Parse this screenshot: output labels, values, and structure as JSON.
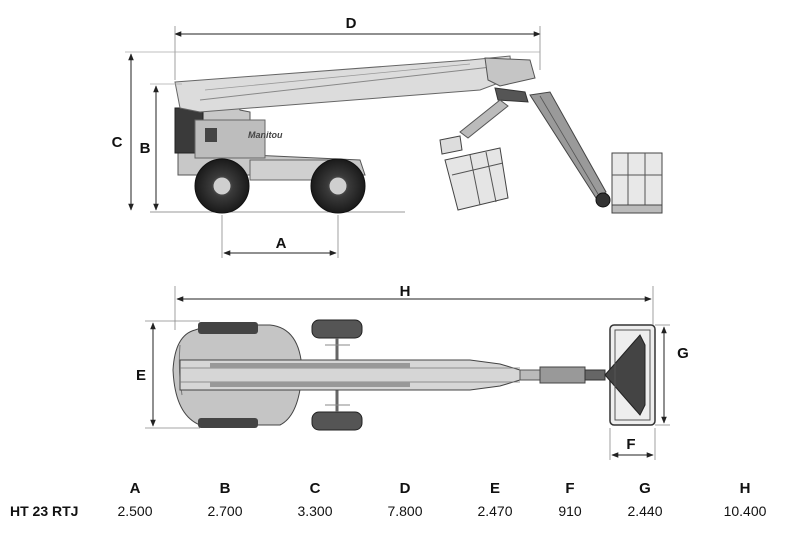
{
  "dimension_labels": {
    "A": "A",
    "B": "B",
    "C": "C",
    "D": "D",
    "E": "E",
    "F": "F",
    "G": "G",
    "H": "H"
  },
  "table": {
    "columns": [
      "A",
      "B",
      "C",
      "D",
      "E",
      "F",
      "G",
      "H"
    ],
    "rows": [
      {
        "model": "HT 23 RTJ",
        "values": [
          "2.500",
          "2.700",
          "3.300",
          "7.800",
          "2.470",
          "910",
          "2.440",
          "10.400"
        ]
      }
    ]
  },
  "colors": {
    "machine_body": "#c8c8c8",
    "machine_dark": "#3a3a3a",
    "dimension_line": "#222222"
  }
}
